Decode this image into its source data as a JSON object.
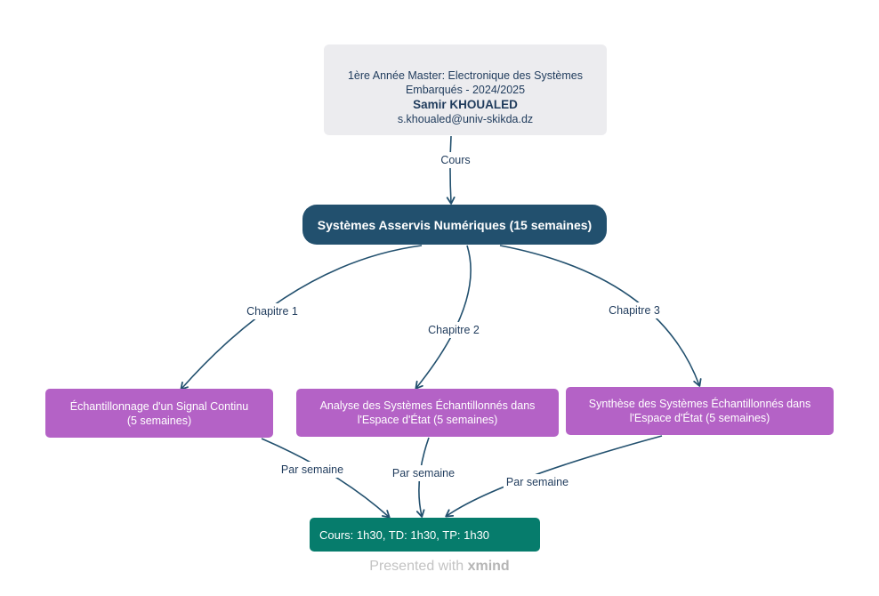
{
  "header": {
    "line1": "1ère Année Master: Electronique des Systèmes",
    "line2": "Embarqués - 2024/2025",
    "author": "Samir KHOUALED",
    "email": "s.khoualed@univ-skikda.dz"
  },
  "root": {
    "label": "Systèmes Asservis Numériques (15 semaines)"
  },
  "edge_labels": {
    "cours": "Cours",
    "chapitre1": "Chapitre 1",
    "chapitre2": "Chapitre 2",
    "chapitre3": "Chapitre 3",
    "par_semaine": "Par semaine"
  },
  "chapters": [
    {
      "line1": "Échantillonnage d'un Signal Continu",
      "line2": "(5 semaines)"
    },
    {
      "line1": "Analyse des Systèmes Échantillonnés dans",
      "line2": "l'Espace d'État (5 semaines)"
    },
    {
      "line1": "Synthèse des Systèmes Échantillonnés dans",
      "line2": "l'Espace d'État (5 semaines)"
    }
  ],
  "hours": {
    "label": "Cours: 1h30, TD: 1h30, TP: 1h30"
  },
  "watermark": {
    "prefix": "Presented with",
    "brand": "xmind"
  },
  "colors": {
    "header_bg": "#ececef",
    "root_bg": "#22506e",
    "chapter_bg": "#b462c6",
    "hours_bg": "#067c6c",
    "edge": "#22506e"
  }
}
